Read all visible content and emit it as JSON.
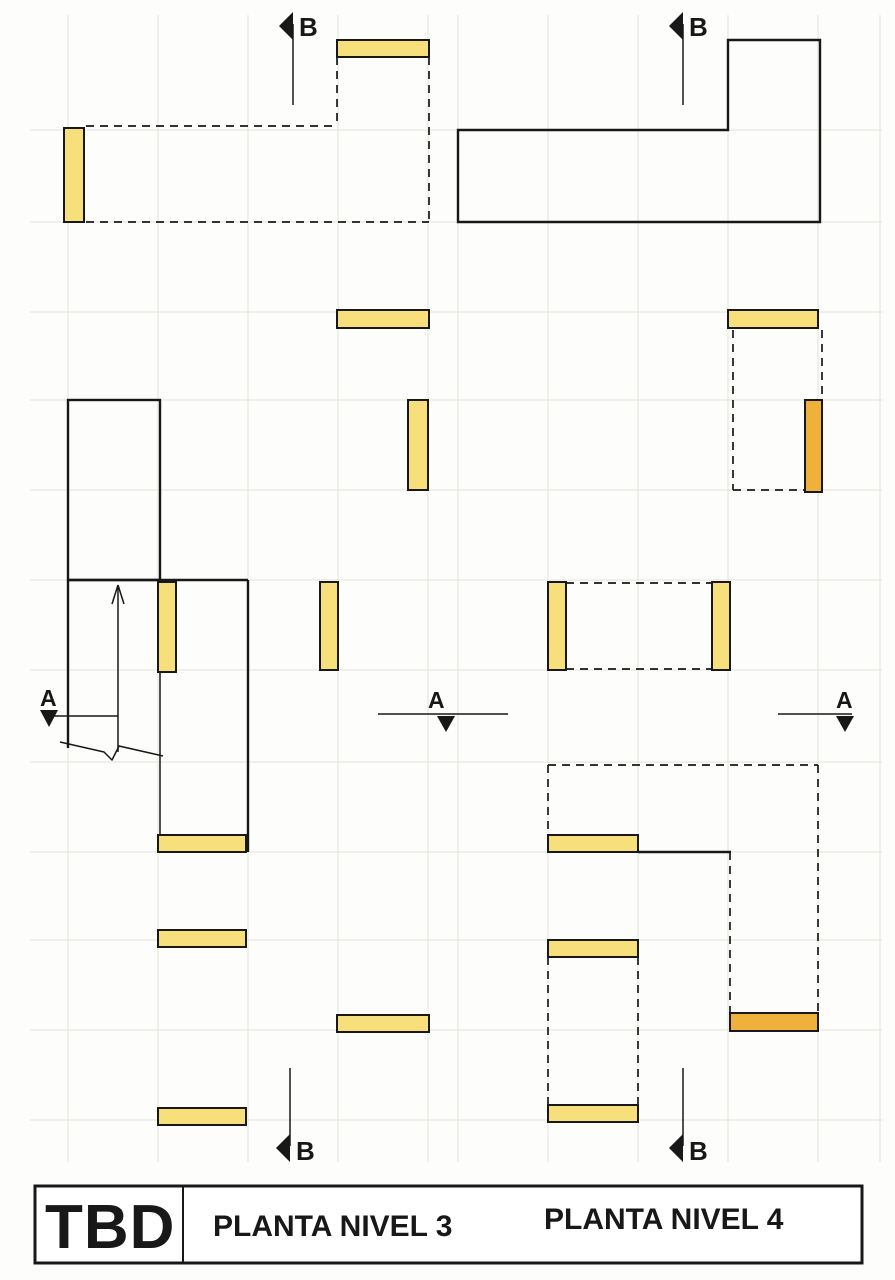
{
  "title_block": {
    "logo": "TBD",
    "left_plan_title": "PLANTA NIVEL 3",
    "right_plan_title": "PLANTA NIVEL 4"
  },
  "section_markers": {
    "b_top_left": "B",
    "b_top_right": "B",
    "b_bottom_left": "B",
    "b_bottom_right": "B",
    "a_left": "A",
    "a_middle": "A",
    "a_right": "A"
  },
  "colors": {
    "wall_yellow": "#f7e07c",
    "wall_orange": "#efb13c",
    "ink": "#181818",
    "grid_line": "#e3e3da",
    "paper": "#fdfdfb"
  }
}
